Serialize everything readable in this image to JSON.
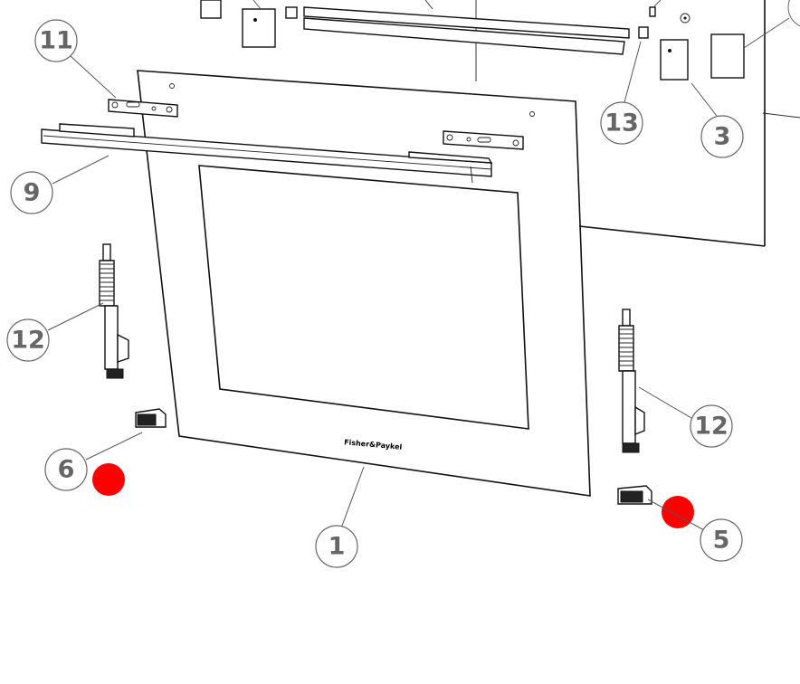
{
  "brand_text": "Fisher&Paykel",
  "marker_color": "#ff0000",
  "callouts": [
    {
      "label": "11",
      "part": "door-bracket-left"
    },
    {
      "label": "9",
      "part": "door-handle"
    },
    {
      "label": "12",
      "part": "hinge-left"
    },
    {
      "label": "6",
      "part": "hinge-receiver-left"
    },
    {
      "label": "1",
      "part": "door-glass"
    },
    {
      "label": "13",
      "part": "small-clip"
    },
    {
      "label": "3",
      "part": "hinge-bracket"
    },
    {
      "label": "12",
      "part": "hinge-right"
    },
    {
      "label": "5",
      "part": "hinge-receiver-right"
    }
  ]
}
